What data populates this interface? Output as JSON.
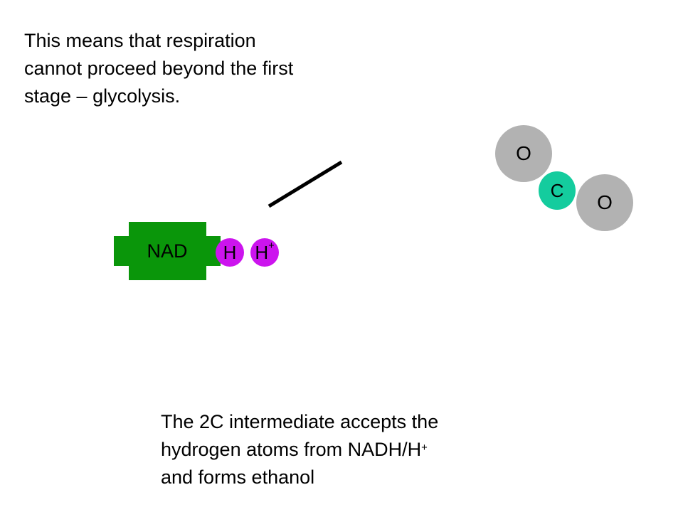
{
  "slide": {
    "top_text": [
      "This means that respiration",
      "cannot proceed beyond the first",
      "stage – glycolysis."
    ],
    "bottom_text": {
      "line1": "The 2C intermediate accepts the",
      "line2_main": "hydrogen atoms from NADH/H",
      "line2_sup": "+",
      "line3": "and forms ethanol"
    }
  },
  "molecule": {
    "atom_o1": "O",
    "atom_c": "C",
    "atom_o2": "O",
    "colors": {
      "oxygen": "#b2b2b2",
      "carbon": "#14cc9e"
    }
  },
  "nad": {
    "label": "NAD",
    "hydrogen": "H",
    "hydrogen_ion_main": "H",
    "hydrogen_ion_sup": "+",
    "colors": {
      "nad": "#0a960a",
      "hydrogen": "#cc14ee"
    }
  }
}
